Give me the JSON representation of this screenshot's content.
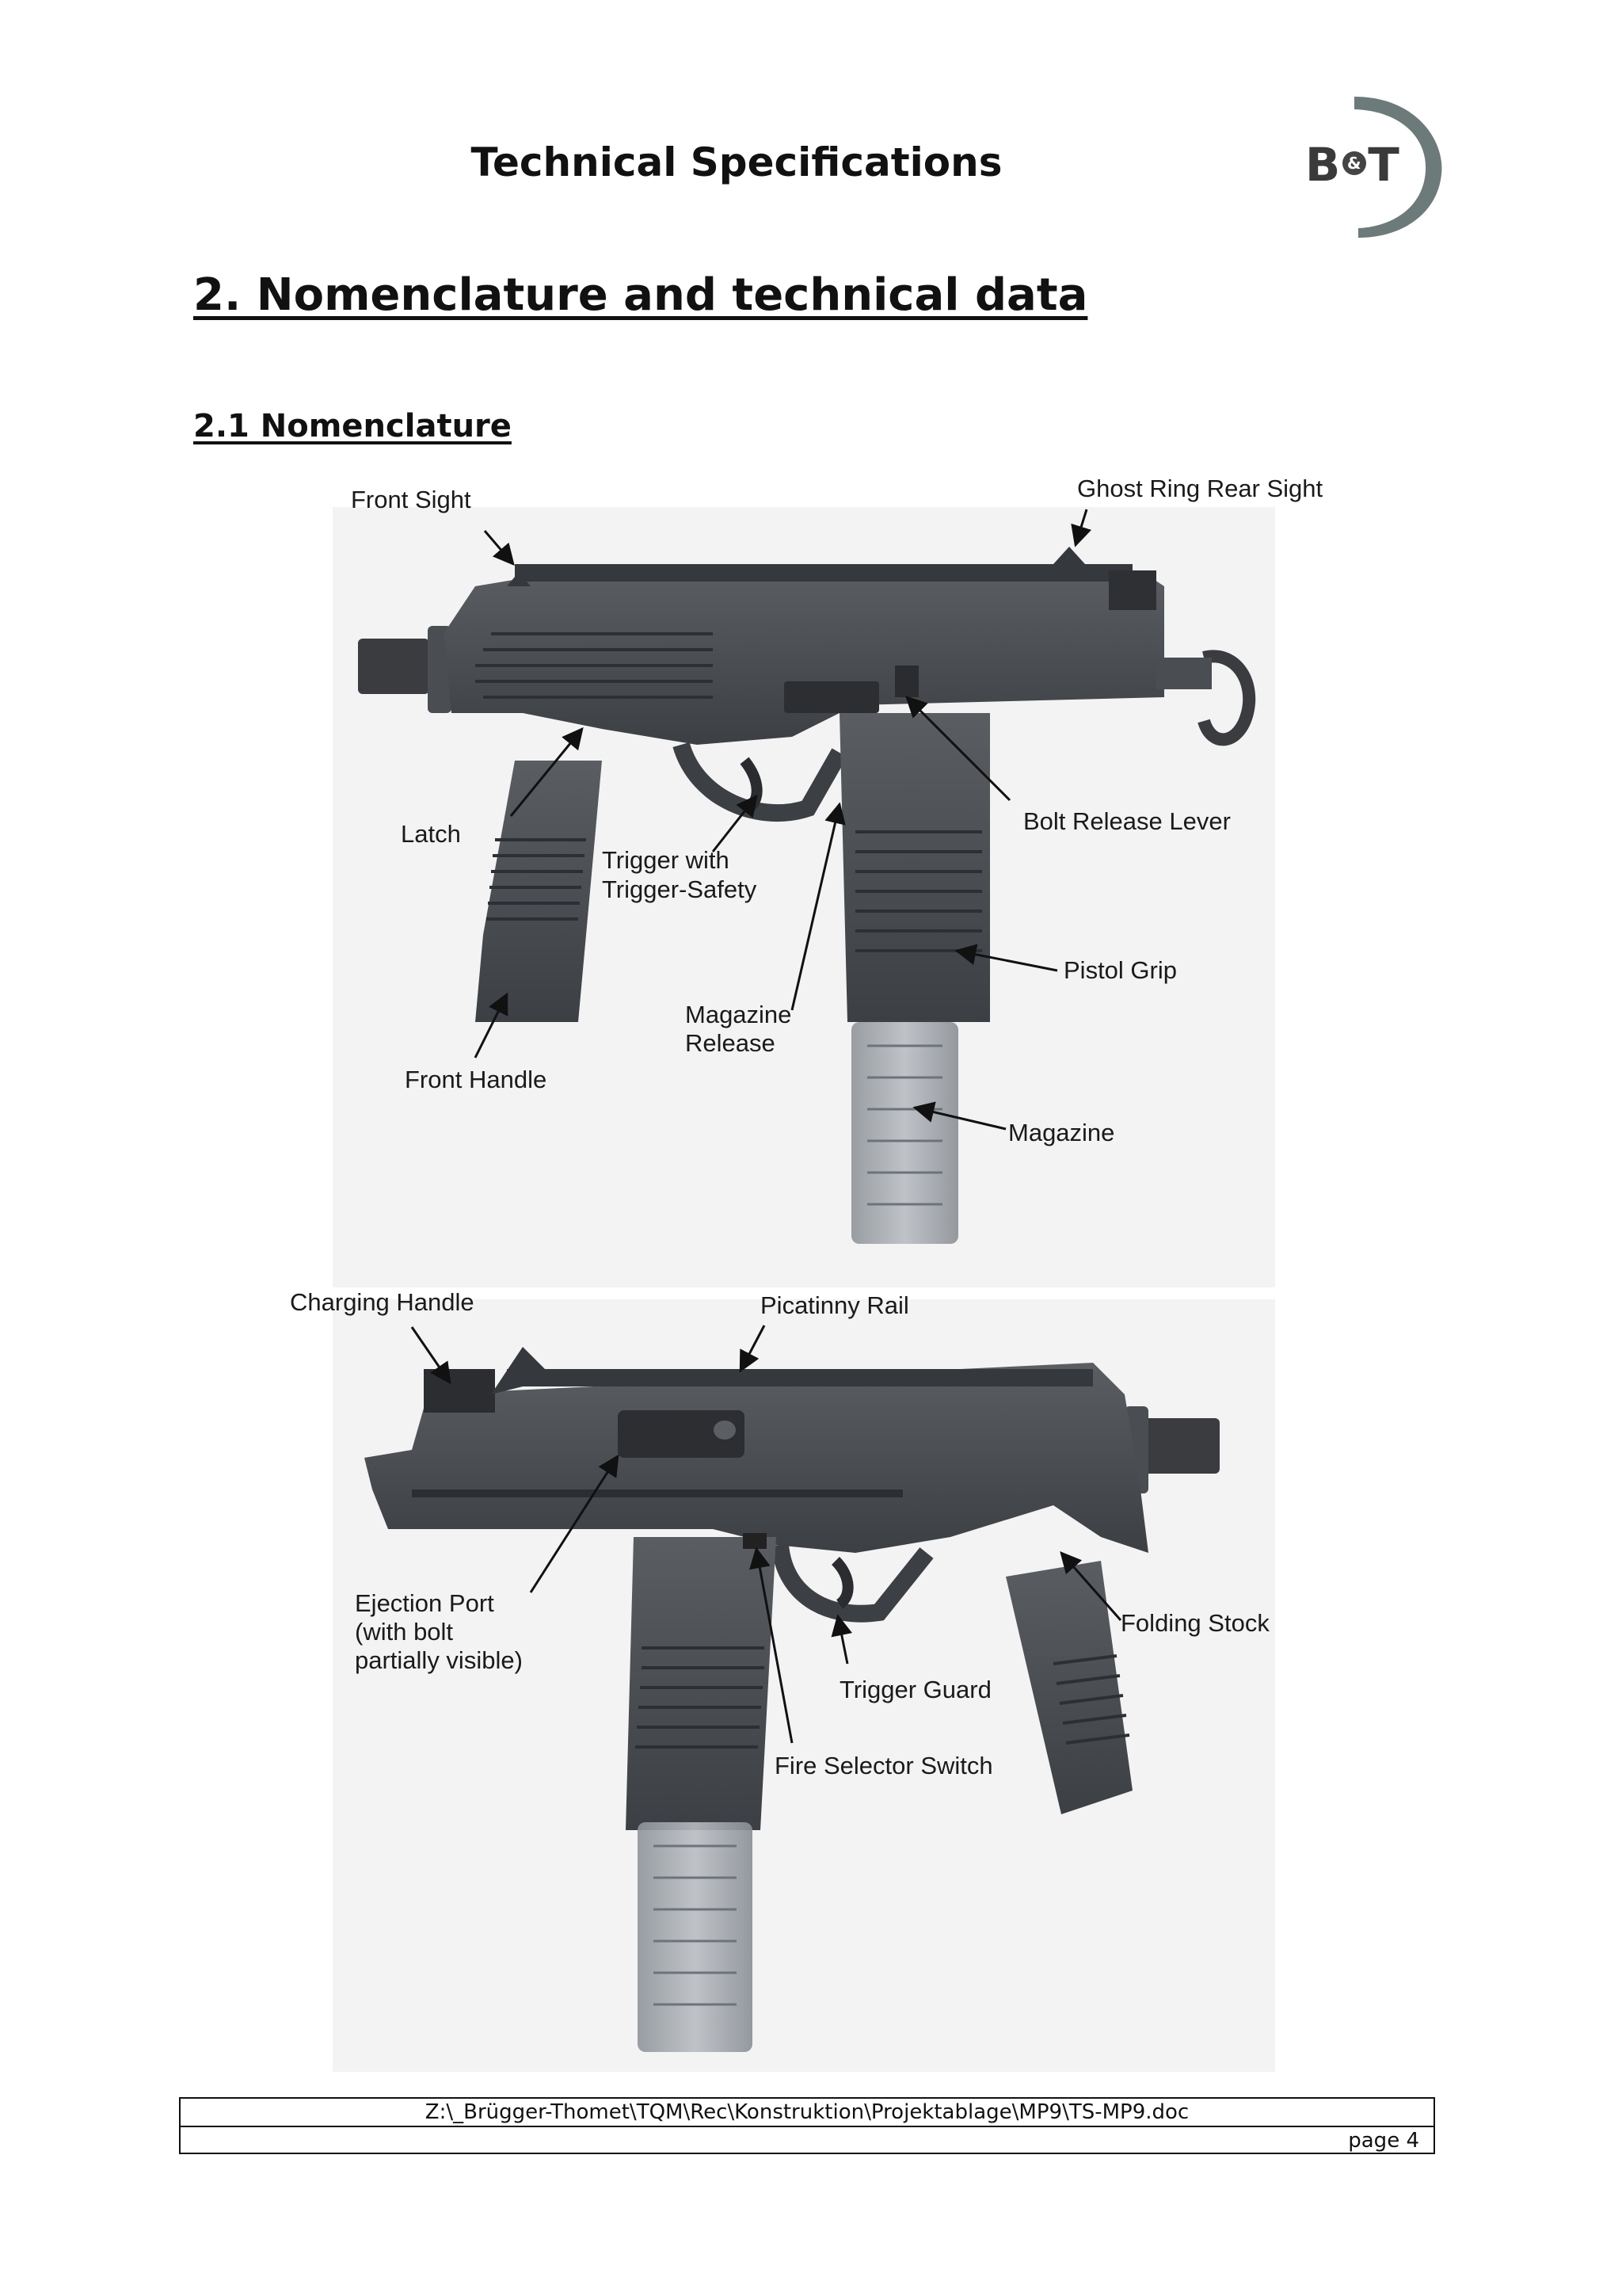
{
  "header": {
    "title": "Technical Specifications",
    "logo": {
      "left": "B",
      "amp": "&",
      "right": "T"
    }
  },
  "heading": "2. Nomenclature and technical data",
  "subheading": "2.1 Nomenclature",
  "figure1": {
    "labels": {
      "front_sight": "Front Sight",
      "ghost_ring": "Ghost Ring Rear Sight",
      "latch": "Latch",
      "trigger_1": "Trigger with",
      "trigger_2": "Trigger-Safety",
      "bolt_release": "Bolt Release Lever",
      "pistol_grip": "Pistol Grip",
      "mag_release_1": "Magazine",
      "mag_release_2": "Release",
      "front_handle": "Front Handle",
      "magazine": "Magazine"
    }
  },
  "figure2": {
    "labels": {
      "charging_handle": "Charging Handle",
      "picatinny": "Picatinny Rail",
      "ejection_1": "Ejection Port",
      "ejection_2": "(with bolt",
      "ejection_3": "partially visible)",
      "folding_stock": "Folding Stock",
      "trigger_guard": "Trigger Guard",
      "fire_selector": "Fire Selector Switch"
    }
  },
  "footer": {
    "path": "Z:\\_Brügger-Thomet\\TQM\\Rec\\Konstruktion\\Projektablage\\MP9\\TS-MP9.doc",
    "page": "page 4"
  }
}
